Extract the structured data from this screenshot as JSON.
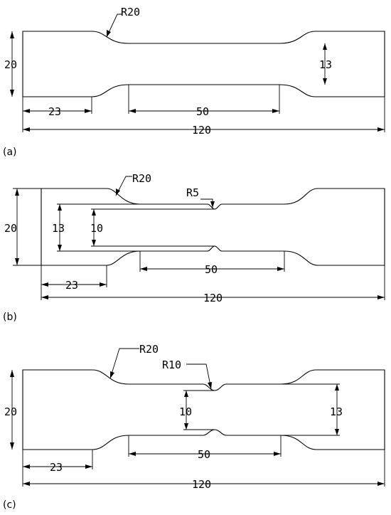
{
  "figures": [
    {
      "caption": "(a)",
      "labels": {
        "radius": "R20",
        "total_width": "20",
        "gauge_width": "13",
        "grip_length": "23",
        "gauge_length": "50",
        "total_length": "120"
      }
    },
    {
      "caption": "(b)",
      "labels": {
        "radius": "R20",
        "notch_radius": "R5",
        "total_width": "20",
        "gauge_width": "13",
        "notch_width": "10",
        "grip_length": "23",
        "gauge_length": "50",
        "total_length": "120"
      }
    },
    {
      "caption": "(c)",
      "labels": {
        "radius": "R20",
        "notch_radius": "R10",
        "total_width": "20",
        "notch_width": "10",
        "gauge_width": "13",
        "grip_length": "23",
        "gauge_length": "50",
        "total_length": "120"
      }
    }
  ]
}
